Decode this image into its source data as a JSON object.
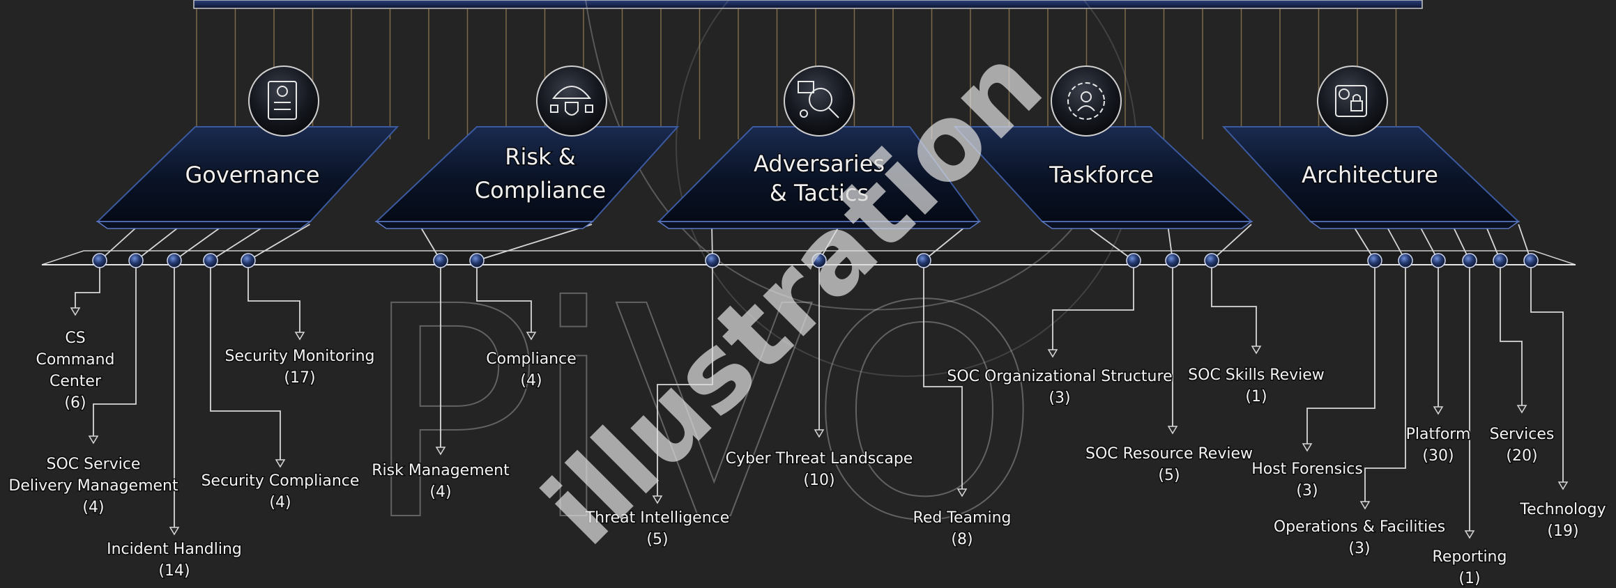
{
  "colors": {
    "background": "#242424",
    "pillar_fill": "#0b1730",
    "pillar_edge": "#3b5aa0",
    "line": "#d8d8d8",
    "node": "#22386e",
    "accent_gold": "#c7a46b"
  },
  "pillars": [
    {
      "id": "governance",
      "icon": "document-icon",
      "label_lines": [
        "Governance"
      ],
      "children": [
        {
          "name": "CS Command Center",
          "lines": [
            "CS",
            "Command",
            "Center"
          ],
          "count": "(6)"
        },
        {
          "name": "SOC Service Delivery Management",
          "lines": [
            "SOC Service",
            "Delivery Management"
          ],
          "count": "(4)"
        },
        {
          "name": "Incident Handling",
          "lines": [
            "Incident Handling"
          ],
          "count": "(14)"
        },
        {
          "name": "Security Compliance",
          "lines": [
            "Security Compliance"
          ],
          "count": "(4)"
        },
        {
          "name": "Security Monitoring",
          "lines": [
            "Security Monitoring"
          ],
          "count": "(17)"
        }
      ]
    },
    {
      "id": "risk-compliance",
      "icon": "umbrella-shield-icon",
      "label_lines": [
        "Risk &",
        "Compliance"
      ],
      "children": [
        {
          "name": "Risk Management",
          "lines": [
            "Risk Management"
          ],
          "count": "(4)"
        },
        {
          "name": "Compliance",
          "lines": [
            "Compliance"
          ],
          "count": "(4)"
        }
      ]
    },
    {
      "id": "adversaries-tactics",
      "icon": "magnifier-icon",
      "label_lines": [
        "Adversaries",
        "& Tactics"
      ],
      "children": [
        {
          "name": "Threat Intelligence",
          "lines": [
            "Threat Intelligence"
          ],
          "count": "(5)"
        },
        {
          "name": "Cyber Threat Landscape",
          "lines": [
            "Cyber Threat Landscape"
          ],
          "count": "(10)"
        },
        {
          "name": "Red Teaming",
          "lines": [
            "Red Teaming"
          ],
          "count": "(8)"
        }
      ]
    },
    {
      "id": "taskforce",
      "icon": "user-gear-icon",
      "label_lines": [
        "Taskforce"
      ],
      "children": [
        {
          "name": "SOC Organizational Structure",
          "lines": [
            "SOC Organizational Structure"
          ],
          "count": "(3)"
        },
        {
          "name": "SOC Resource Review",
          "lines": [
            "SOC Resource Review"
          ],
          "count": "(5)"
        },
        {
          "name": "SOC Skills Review",
          "lines": [
            "SOC Skills Review"
          ],
          "count": "(1)"
        }
      ]
    },
    {
      "id": "architecture",
      "icon": "lock-chip-icon",
      "label_lines": [
        "Architecture"
      ],
      "children": [
        {
          "name": "Host Forensics",
          "lines": [
            "Host Forensics"
          ],
          "count": "(3)"
        },
        {
          "name": "Operations & Facilities",
          "lines": [
            "Operations & Facilities"
          ],
          "count": "(3)"
        },
        {
          "name": "Platform",
          "lines": [
            "Platform"
          ],
          "count": "(30)"
        },
        {
          "name": "Reporting",
          "lines": [
            "Reporting"
          ],
          "count": "(1)"
        },
        {
          "name": "Services",
          "lines": [
            "Services"
          ],
          "count": "(20)"
        },
        {
          "name": "Technology",
          "lines": [
            "Technology"
          ],
          "count": "(19)"
        }
      ]
    }
  ],
  "watermark": {
    "text": "illustration",
    "brand": "PiVO"
  }
}
